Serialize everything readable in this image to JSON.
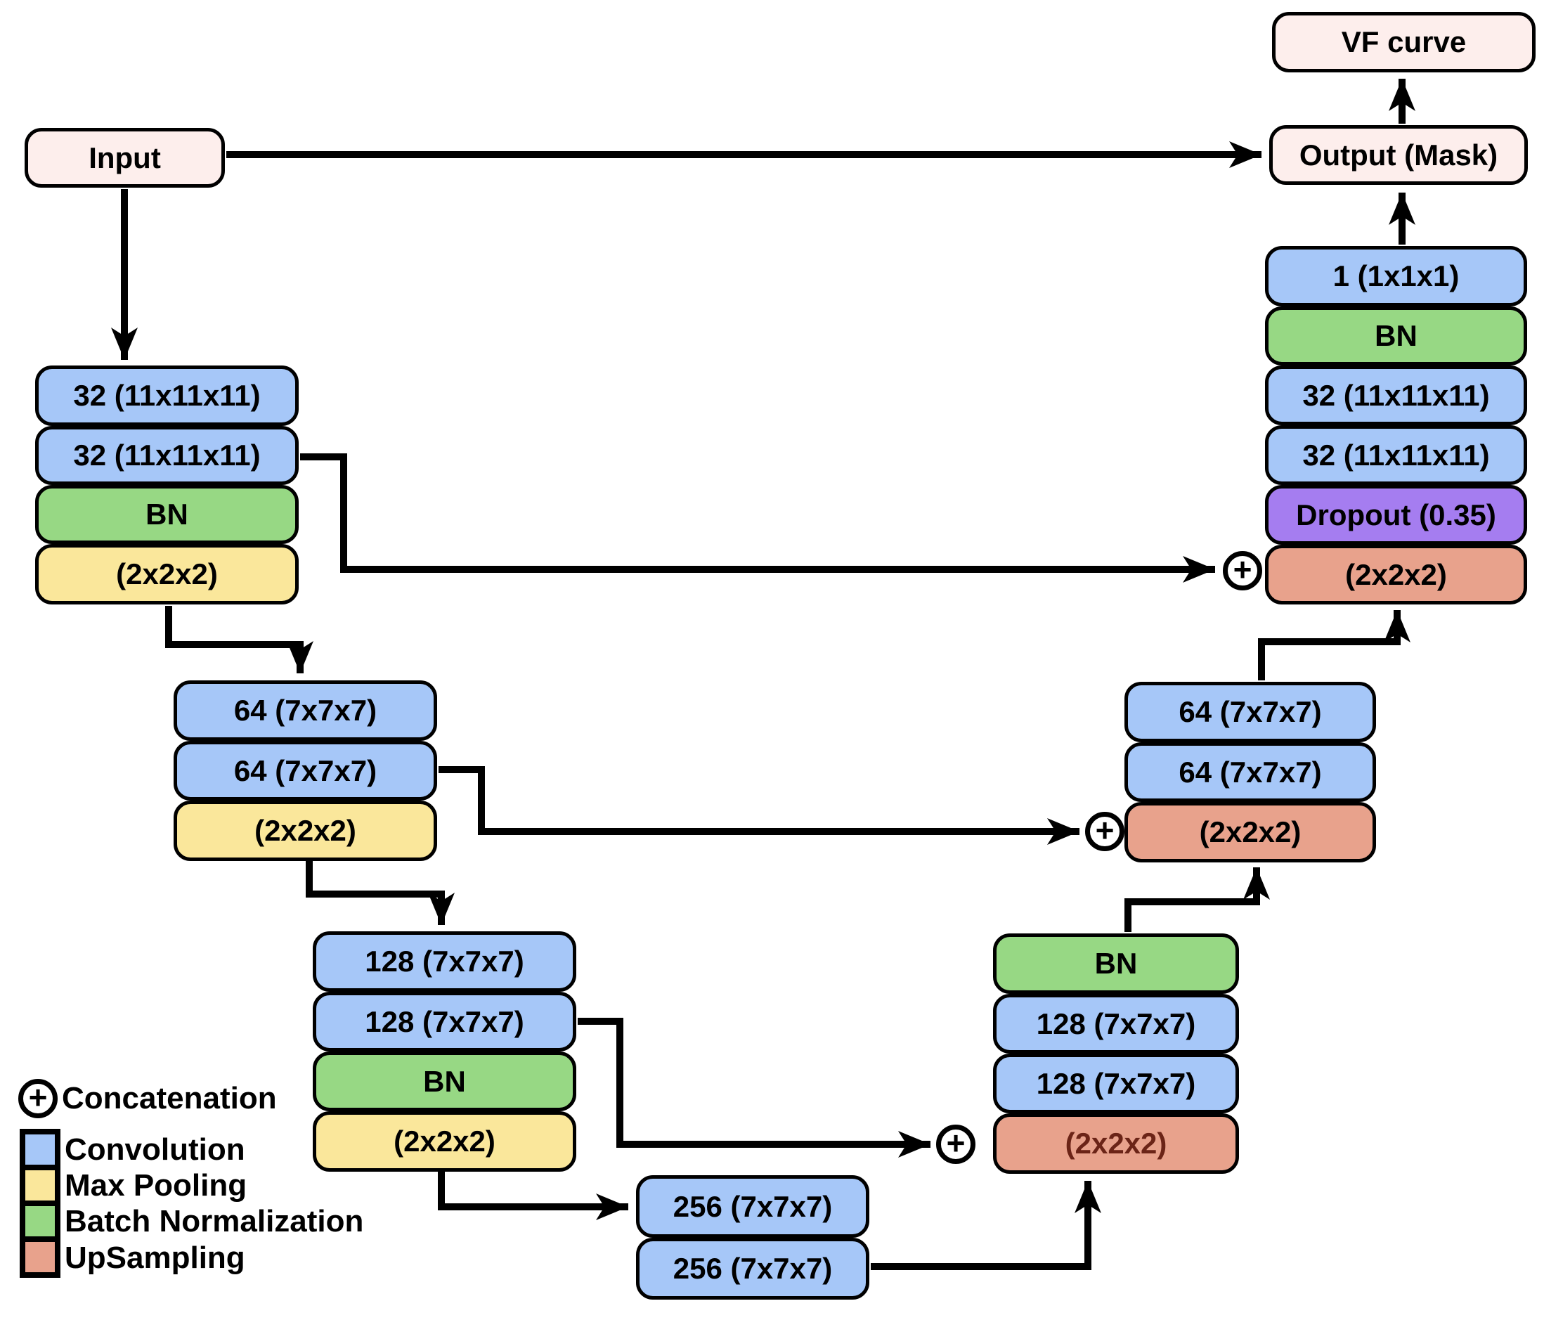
{
  "nodes": {
    "input": "Input",
    "vf_curve": "VF curve",
    "output_mask": "Output (Mask)",
    "enc1_conv1": "32 (11x11x11)",
    "enc1_conv2": "32 (11x11x11)",
    "enc1_bn": "BN",
    "enc1_pool": "(2x2x2)",
    "enc2_conv1": "64 (7x7x7)",
    "enc2_conv2": "64 (7x7x7)",
    "enc2_pool": "(2x2x2)",
    "enc3_conv1": "128 (7x7x7)",
    "enc3_conv2": "128 (7x7x7)",
    "enc3_bn": "BN",
    "enc3_pool": "(2x2x2)",
    "bottleneck_conv1": "256 (7x7x7)",
    "bottleneck_conv2": "256 (7x7x7)",
    "dec3_bn": "BN",
    "dec3_conv1": "128 (7x7x7)",
    "dec3_conv2": "128 (7x7x7)",
    "dec3_up": "(2x2x2)",
    "dec2_conv1": "64 (7x7x7)",
    "dec2_conv2": "64 (7x7x7)",
    "dec2_up": "(2x2x2)",
    "dec1_conv1x1": "1 (1x1x1)",
    "dec1_bn": "BN",
    "dec1_conv1": "32 (11x11x11)",
    "dec1_conv2": "32 (11x11x11)",
    "dec1_dropout": "Dropout (0.35)",
    "dec1_up": "(2x2x2)"
  },
  "legend": {
    "concat_symbol": "+",
    "concat_label": "Concatenation",
    "items": [
      {
        "label": "Convolution",
        "color": "#a6c7f8"
      },
      {
        "label": "Max Pooling",
        "color": "#fae79b"
      },
      {
        "label": "Batch Normalization",
        "color": "#97d884"
      },
      {
        "label": "UpSampling",
        "color": "#e8a28c"
      }
    ]
  },
  "colors": {
    "convolution": "#a6c7f8",
    "max_pooling": "#fae79b",
    "batch_normalization": "#97d884",
    "upsampling": "#e8a28c",
    "dropout": "#a57df0",
    "io_box": "#fdeeec",
    "upsampling_text_dec3": "#6b2417",
    "line": "#000000"
  }
}
